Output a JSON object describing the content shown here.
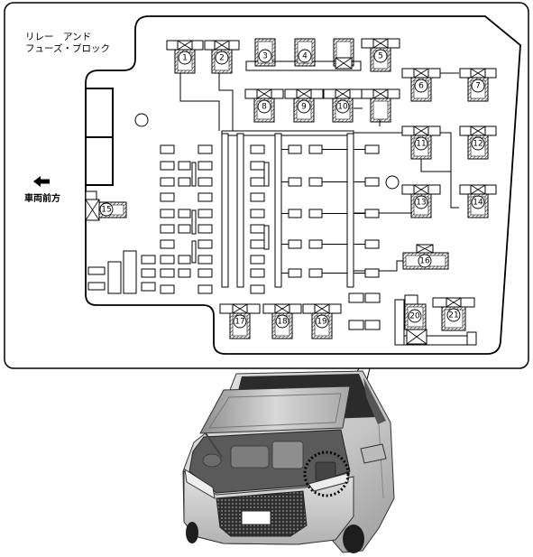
{
  "title_lines": [
    "リレー　アンド",
    "フューズ・ブロック"
  ],
  "direction_label": "車両前方",
  "icons": {
    "direction": "arrow-left-icon"
  },
  "relays": [
    "1",
    "2",
    "3",
    "4",
    "5",
    "6",
    "7",
    "8",
    "9",
    "10",
    "11",
    "12",
    "13",
    "14",
    "15",
    "16",
    "17",
    "18",
    "19",
    "20",
    "21"
  ],
  "colors": {
    "line": "#000000",
    "background": "#ffffff",
    "car_body": "#cfcfcf",
    "windshield": "#2b2b2b",
    "grille": "#333333"
  }
}
